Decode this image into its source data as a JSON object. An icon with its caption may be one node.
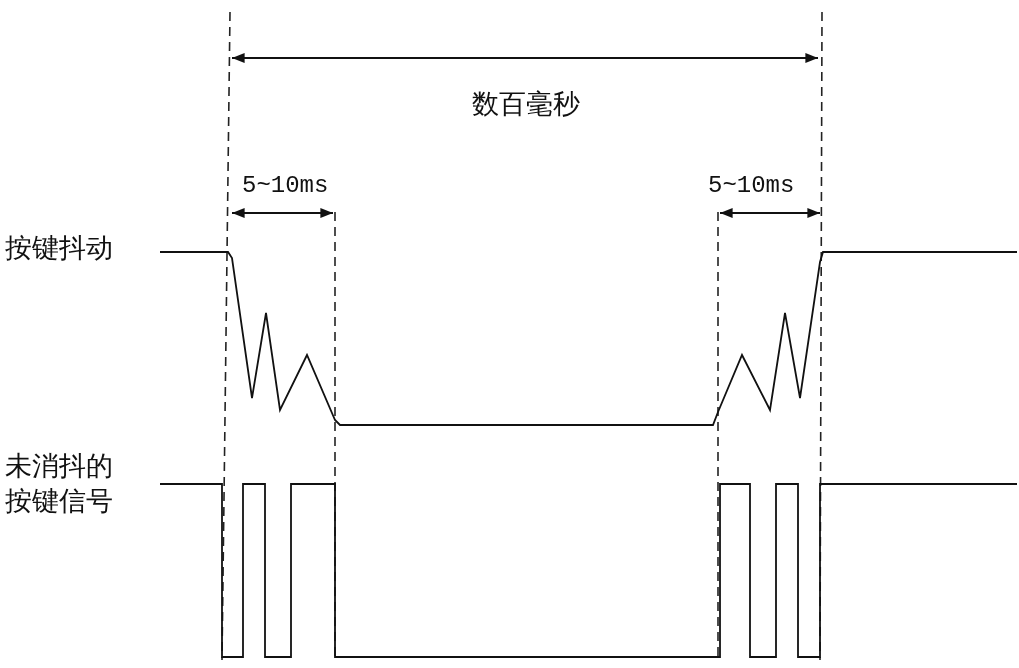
{
  "diagram": {
    "labels": [
      "数百毫秒",
      "5~10ms",
      "5~10ms",
      "按键抖动",
      "未消抖的按键信号"
    ]
  }
}
